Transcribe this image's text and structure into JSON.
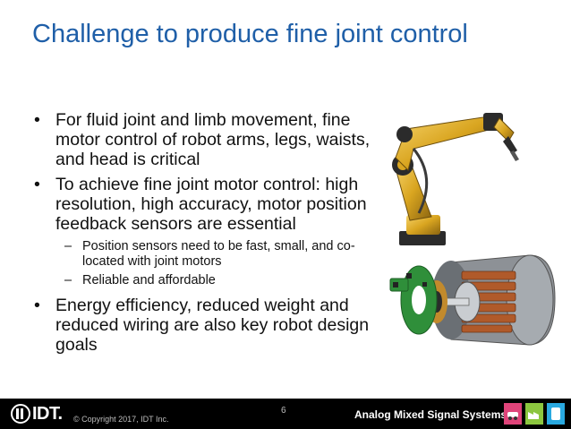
{
  "slide": {
    "title": "Challenge to produce fine joint control",
    "bullets": [
      {
        "text": "For fluid joint and limb movement, fine motor control of robot arms, legs, waists, and head is critical"
      },
      {
        "text": "To achieve fine joint motor control: high resolution, high accuracy, motor position feedback sensors are essential"
      },
      {
        "text": "Energy efficiency, reduced weight and reduced wiring are also key robot design goals"
      }
    ],
    "sub_bullets": [
      {
        "text": "Position sensors need to be fast, small, and co-located with joint motors"
      },
      {
        "text": "Reliable and affordable"
      }
    ],
    "bullet_glyph": "•",
    "dash_glyph": "–"
  },
  "footer": {
    "logo_text": "IDT.",
    "copyright": "© Copyright 2017, IDT Inc.",
    "page_number": "6",
    "title": "Analog Mixed Signal Systems"
  },
  "colors": {
    "title": "#1f5fa8",
    "footer_bg": "#000000",
    "arm": "#d9a520",
    "stator": "#b05a2a",
    "board": "#2f8f3a"
  }
}
